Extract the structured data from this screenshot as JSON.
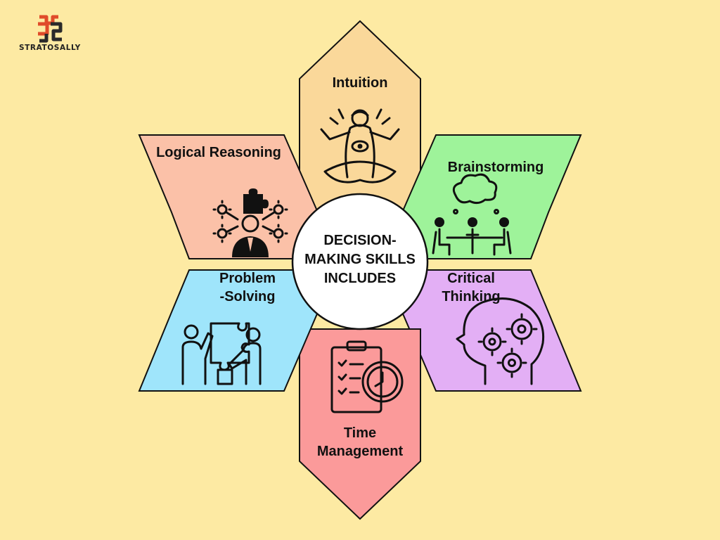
{
  "brand": {
    "name": "STRATOSALLY",
    "colors": {
      "red": "#e04b2a",
      "dark": "#2a2a2a"
    }
  },
  "center": {
    "lines": [
      "DECISION-",
      "MAKING SKILLS",
      "INCLUDES"
    ],
    "fill": "#ffffff"
  },
  "skills": [
    {
      "id": "intuition",
      "lines": [
        "Intuition"
      ],
      "color": "#fad89a",
      "icon": "meditation-icon"
    },
    {
      "id": "brainstorming",
      "lines": [
        "Brainstorming"
      ],
      "color": "#9ef39a",
      "icon": "team-thinking-icon"
    },
    {
      "id": "critical-thinking",
      "lines": [
        "Critical",
        "Thinking"
      ],
      "color": "#e3aff5",
      "icon": "head-gears-icon"
    },
    {
      "id": "time-management",
      "lines": [
        "Time",
        "Management"
      ],
      "color": "#fb9a9a",
      "icon": "clipboard-clock-icon"
    },
    {
      "id": "problem-solving",
      "lines": [
        "Problem",
        "-Solving"
      ],
      "color": "#9fe5fb",
      "icon": "puzzle-team-icon"
    },
    {
      "id": "logical-reasoning",
      "lines": [
        "Logical Reasoning"
      ],
      "color": "#fbc1a8",
      "icon": "person-gears-icon"
    }
  ]
}
